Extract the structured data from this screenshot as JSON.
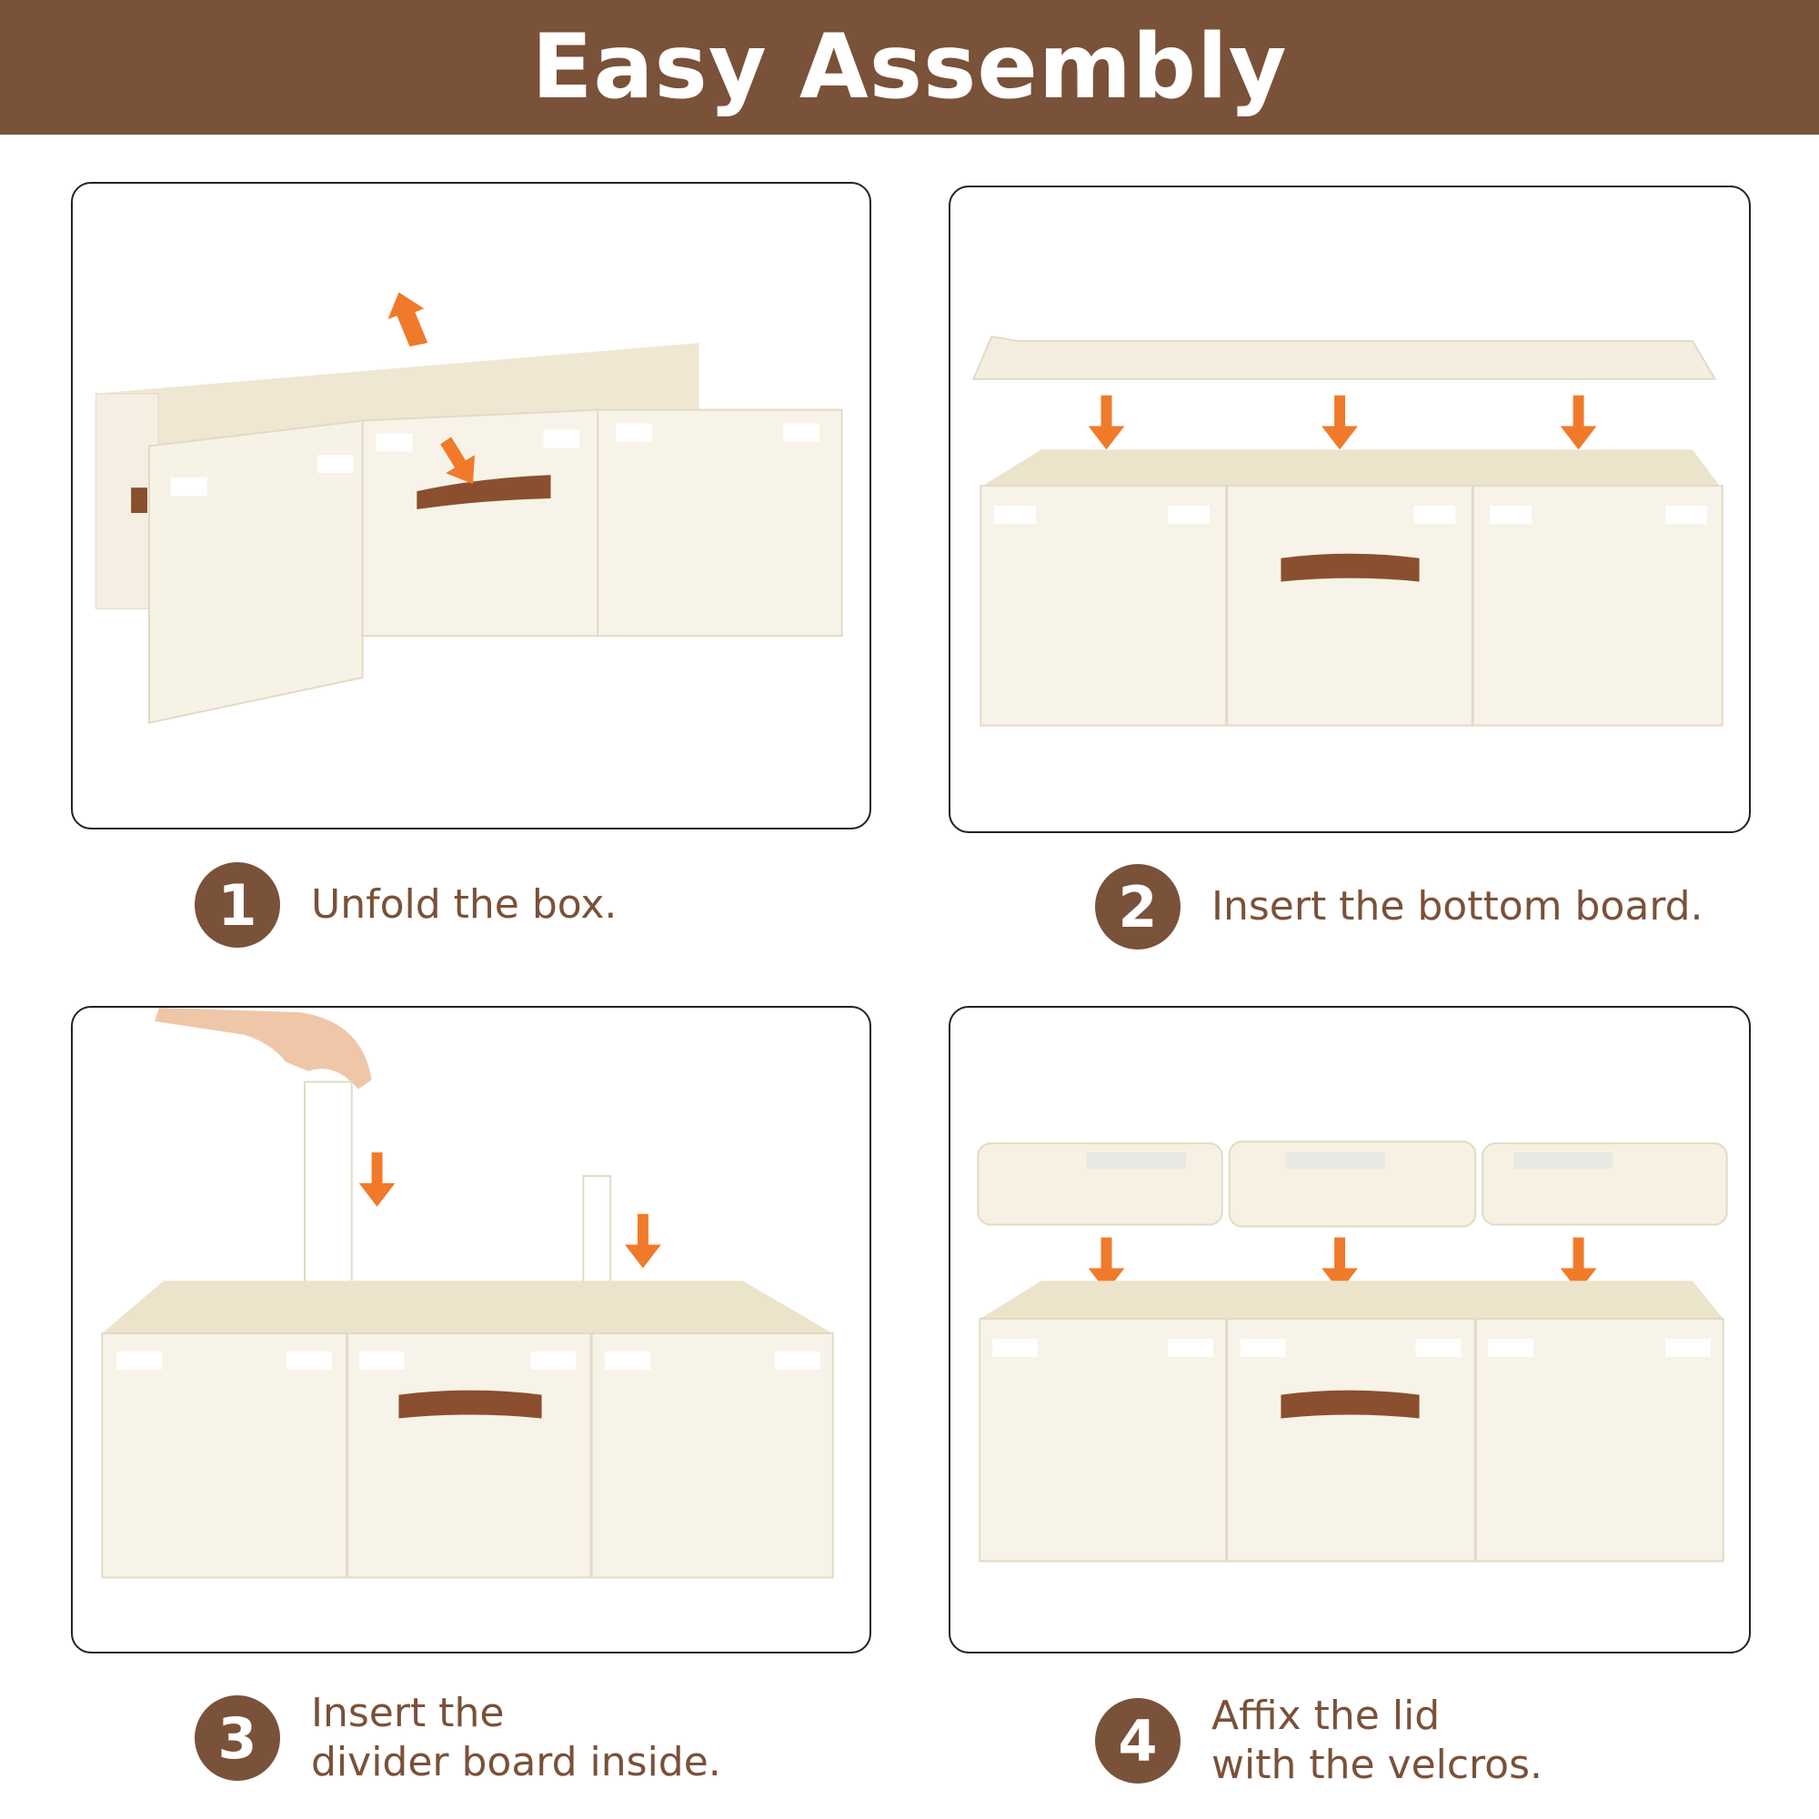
{
  "header": {
    "title": "Easy Assembly"
  },
  "colors": {
    "brand": "#7a5139",
    "box": "#f6f2e6",
    "arrow": "#f07a2a"
  },
  "steps": [
    {
      "number": "1",
      "lines": [
        "Unfold the box."
      ]
    },
    {
      "number": "2",
      "lines": [
        "Insert the bottom board."
      ]
    },
    {
      "number": "3",
      "lines": [
        "Insert the",
        "divider board inside."
      ]
    },
    {
      "number": "4",
      "lines": [
        "Affix the lid",
        "with the velcros."
      ]
    }
  ]
}
